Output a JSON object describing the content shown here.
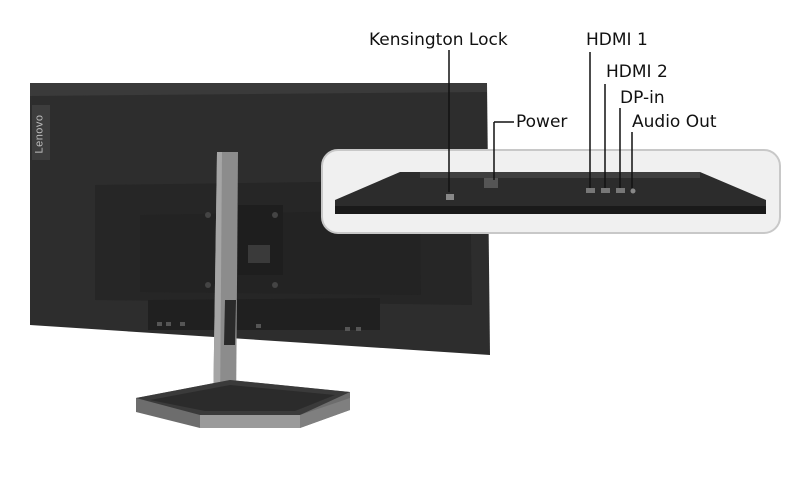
{
  "brand": {
    "logo_text": "Lenovo"
  },
  "labels": {
    "kensington": "Kensington Lock",
    "hdmi1": "HDMI 1",
    "hdmi2": "HDMI 2",
    "power": "Power",
    "dp_in": "DP-in",
    "audio_out": "Audio Out"
  },
  "colors": {
    "monitor_body": "#2b2b2b",
    "monitor_edge": "#1c1c1c",
    "stand": "#8a8a8a",
    "zoom_panel": "#ececec",
    "label_text": "#111111"
  },
  "icons": [
    "kensington-slot-icon",
    "power-port-icon",
    "hdmi-port-icon",
    "displayport-icon",
    "audio-jack-icon"
  ]
}
